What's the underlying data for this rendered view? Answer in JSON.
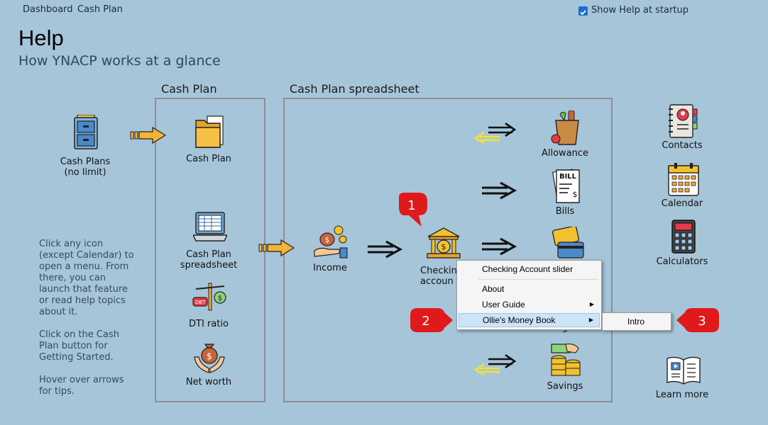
{
  "nav": {
    "dashboard": "Dashboard",
    "cash_plan": "Cash Plan"
  },
  "startup": {
    "label": "Show Help at startup",
    "checked": true
  },
  "header": {
    "title": "Help",
    "subtitle": "How YNACP works at a glance"
  },
  "sections": {
    "cash_plan": "Cash Plan",
    "spreadsheet": "Cash Plan spreadsheet"
  },
  "items": {
    "cash_plans": "Cash Plans\n(no limit)",
    "cash_plan": "Cash Plan",
    "spreadsheet": "Cash Plan\nspreadsheet",
    "dti": "DTI ratio",
    "net_worth": "Net worth",
    "income": "Income",
    "checking": "Checking\naccoun",
    "allowance": "Allowance",
    "bills": "Bills",
    "sinking": "Sinking funds",
    "savings": "Savings",
    "contacts": "Contacts",
    "calendar": "Calendar",
    "calculators": "Calculators",
    "learn_more": "Learn more"
  },
  "help_text": {
    "p1": "Click any icon\n(except Calendar) to\nopen a menu. From\nthere, you can\nlaunch that feature\nor read help topics\nabout it.",
    "p2": "Click on the Cash\nPlan button for\nGetting Started.",
    "p3": "Hover over arrows\nfor tips."
  },
  "context_menu": {
    "items": [
      "Checking Account slider",
      "About",
      "User Guide",
      "Ollie's Money Book"
    ],
    "highlighted": "Ollie's Money Book"
  },
  "submenu": {
    "items": [
      "Intro"
    ]
  },
  "badges": [
    "1",
    "2",
    "3"
  ],
  "colors": {
    "background": "#a7c5d9",
    "badge": "#e0191b",
    "arrow_orange": "#f5b335",
    "arrow_yellow": "#f0e23a",
    "highlight": "#cde4f7"
  }
}
